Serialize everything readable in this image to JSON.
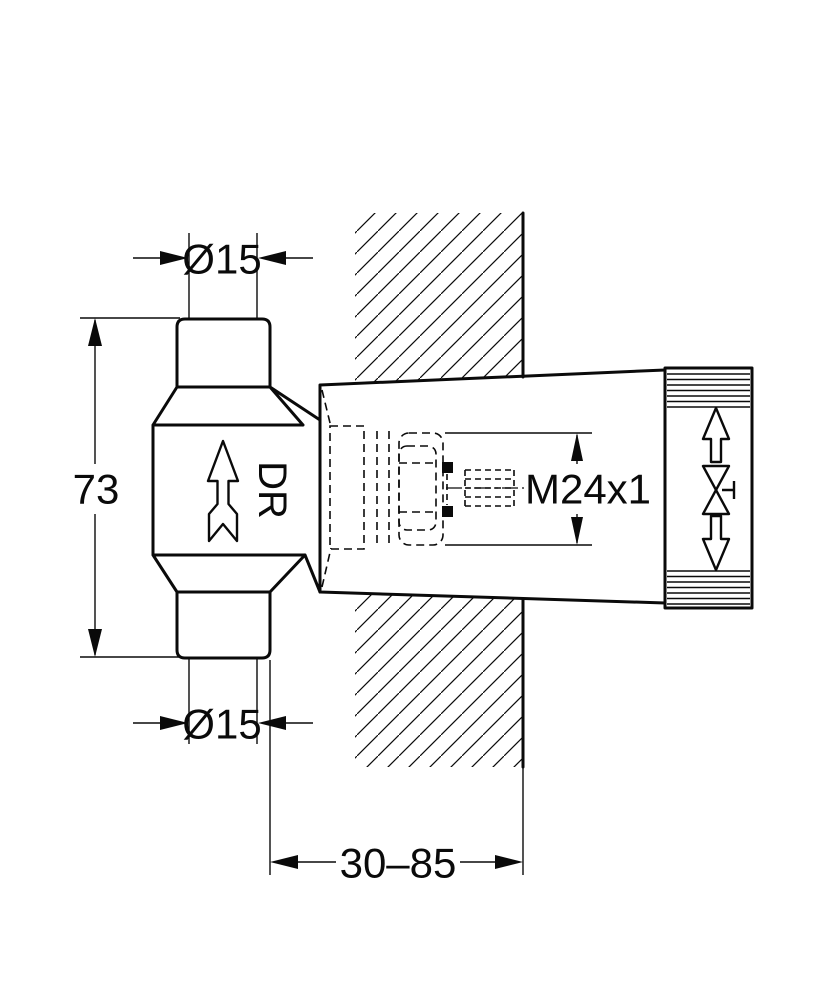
{
  "dimensions": {
    "pipe_top_diameter": "Ø15",
    "body_height": "73",
    "pipe_bottom_diameter": "Ø15",
    "installation_depth_range": "30–85",
    "spindle_thread": "M24x1"
  },
  "markings": {
    "flow_direction_label": "DR"
  },
  "icons": {
    "flow_arrow": "up-arrow-outline",
    "cap_symbol": "shutoff-valve-with-flow-arrows",
    "wall_fill": "diagonal-hatch",
    "cap_texture": "knurl-lines"
  },
  "colors": {
    "line": "#0a0a0a",
    "background": "#ffffff"
  }
}
